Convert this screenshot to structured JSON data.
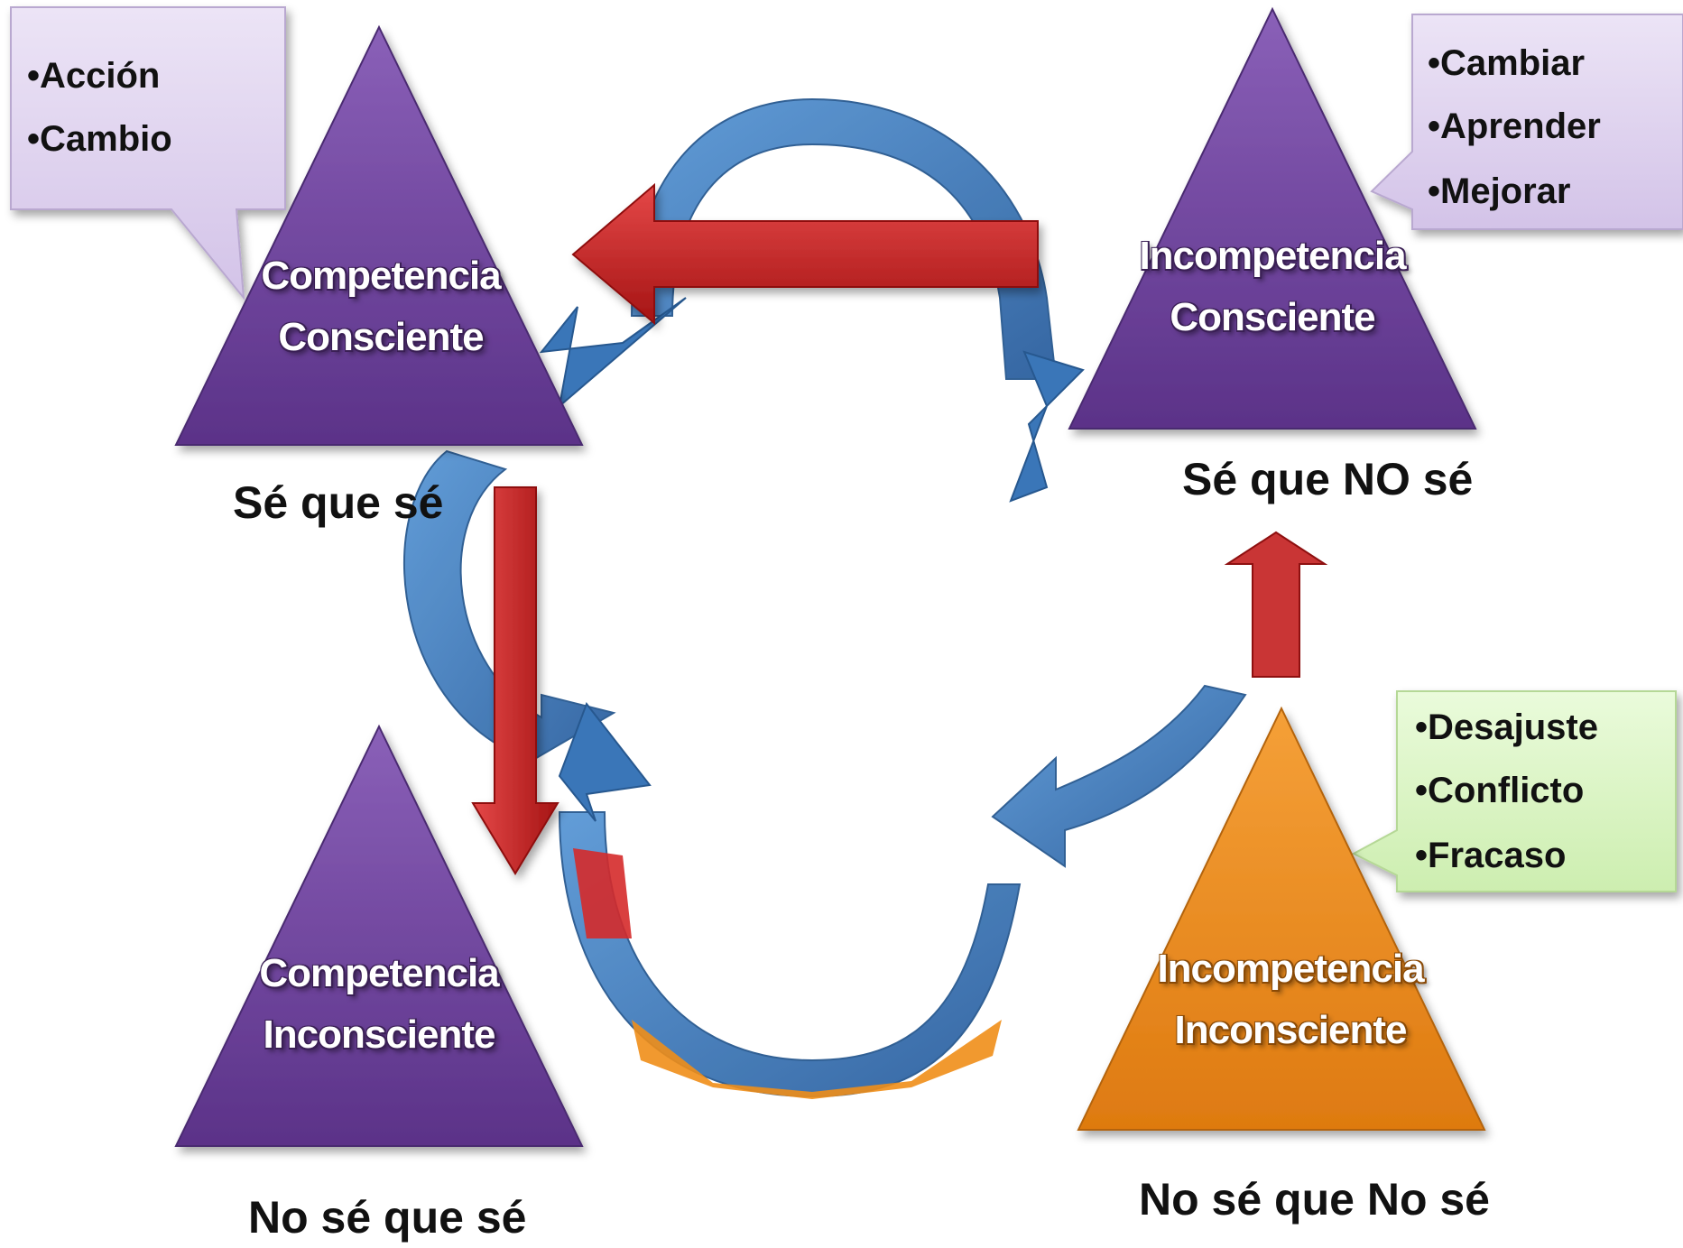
{
  "triangles": {
    "top_left": {
      "line1": "Competencia",
      "line2": "Consciente",
      "caption": "Sé que sé"
    },
    "top_right": {
      "line1": "Incompetencia",
      "line2": "Consciente",
      "caption": "Sé que NO sé"
    },
    "bottom_left": {
      "line1": "Competencia",
      "line2": "Inconsciente",
      "caption": "No sé que sé"
    },
    "bottom_right": {
      "line1": "Incompetencia",
      "line2": "Inconsciente",
      "caption": "No sé que No sé"
    }
  },
  "bubbles": {
    "top_left": [
      "•Acción",
      "•Cambio"
    ],
    "top_right": [
      "•Cambiar",
      "•Aprender",
      "•Mejorar"
    ],
    "bottom_right": [
      "•Desajuste",
      "•Conflicto",
      "•Fracaso"
    ]
  },
  "colors": {
    "purple": "#6a3f98",
    "orange": "#eb8a1c",
    "blue_arrow": "#3e7cc0",
    "red_arrow": "#d52a2a",
    "lavender_bubble": "#e3d8f0",
    "green_bubble": "#dff5c8"
  }
}
